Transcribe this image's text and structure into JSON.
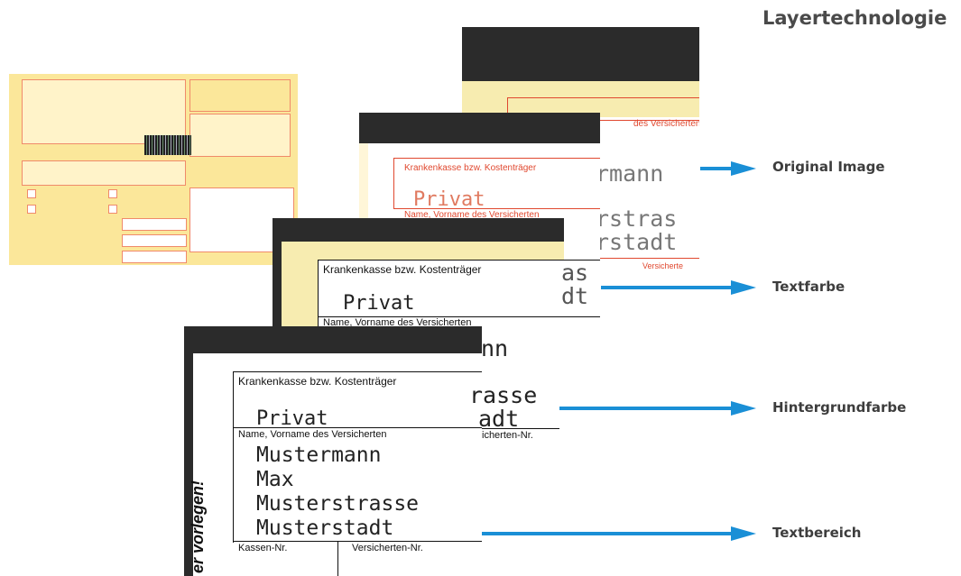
{
  "title": "Layertechnologie",
  "labels": {
    "original_image": "Original Image",
    "textfarbe": "Textfarbe",
    "hintergrundfarbe": "Hintergrundfarbe",
    "textbereich": "Textbereich"
  },
  "form": {
    "field_insurer": "Krankenkasse bzw. Kostenträger",
    "insurer_value": "Privat",
    "field_name": "Name, Vorname des Versicherten",
    "name_line1": "Mustermann",
    "name_line2": "Max",
    "name_line3": "Musterstrasse",
    "name_line4": "Musterstadt",
    "field_kassen_nr": "Kassen-Nr.",
    "field_versicherten_nr": "Versicherten-Nr.",
    "vertical_text": "er vorlegen!",
    "layer3_partial1": "rstras",
    "layer3_partial2": "rstadt",
    "layer3_partial3": "rmann",
    "layer3_versicherten": "Versicherte",
    "layer3_vers_header": "des Versicherten",
    "layer2_partial1": "as",
    "layer2_partial2": "dt",
    "layer2_partial3": "nn",
    "layer2_partial4": "n",
    "layer1_partial1": "rasse",
    "layer1_partial2": "adt",
    "layer1_partial3": "icherten-Nr."
  },
  "colors": {
    "arrow": "#1a8fd6",
    "bar": "#2b2b2b",
    "yellow": "#f7ecb0",
    "red_text": "#e0482f"
  }
}
